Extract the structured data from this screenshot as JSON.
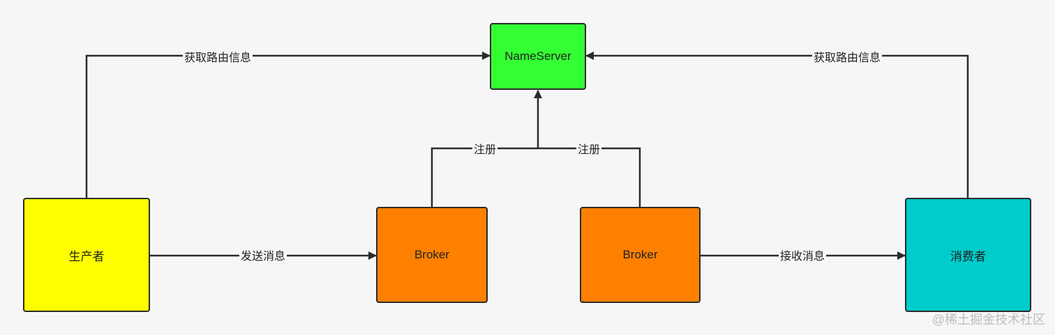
{
  "diagram": {
    "nodes": {
      "nameserver": {
        "label": "NameServer",
        "color": "#33ff33"
      },
      "producer": {
        "label": "生产者",
        "color": "#ffff00"
      },
      "broker_left": {
        "label": "Broker",
        "color": "#ff8000"
      },
      "broker_right": {
        "label": "Broker",
        "color": "#ff8000"
      },
      "consumer": {
        "label": "消费者",
        "color": "#00cccc"
      }
    },
    "edges": {
      "producer_to_nameserver": "获取路由信息",
      "consumer_to_nameserver": "获取路由信息",
      "broker_left_register": "注册",
      "broker_right_register": "注册",
      "producer_to_broker": "发送消息",
      "broker_to_consumer": "接收消息"
    }
  },
  "watermark": "@稀土掘金技术社区"
}
